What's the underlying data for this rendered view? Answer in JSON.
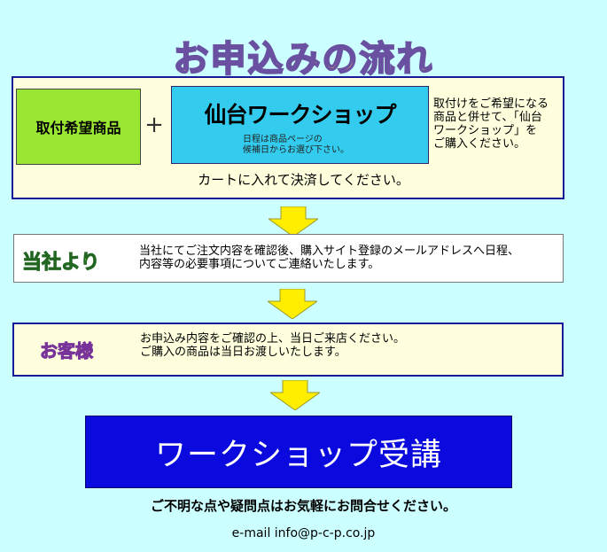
{
  "title": "お申込みの流れ",
  "step1": {
    "product_label": "取付希望商品",
    "plus": "+",
    "workshop_name": "仙台ワークショップ",
    "workshop_note": "日程は商品ページの\n候補日からお選び下さい。",
    "side_text": "取付けをご希望になる\n商品と併せて、「仙台\nワークショップ」を\nご購入ください。",
    "bottom_text": "カートに入れて決済してください。"
  },
  "step2": {
    "label": "当社より",
    "text": "当社にてご注文内容を確認後、購入サイト登録のメールアドレスへ日程、\n内容等の必要事項についてご連絡いたします。"
  },
  "step3": {
    "label": "お客様",
    "text": "お申込み内容をご確認の上、当日ご来店ください。\nご購入の商品は当日お渡しいたします。"
  },
  "step4": {
    "label": "ワークショップ受講"
  },
  "footer": {
    "note": "ご不明な点や疑問点はお気軽にお問合せください。",
    "email": "e-mail info@p-c-p.co.jp"
  },
  "colors": {
    "background": "#ccffff",
    "arrow": "#ffee00",
    "product_box": "#99e633",
    "workshop_box": "#33ccee",
    "final_box": "#0a0adf"
  },
  "icons": [
    "down-arrow-icon"
  ]
}
